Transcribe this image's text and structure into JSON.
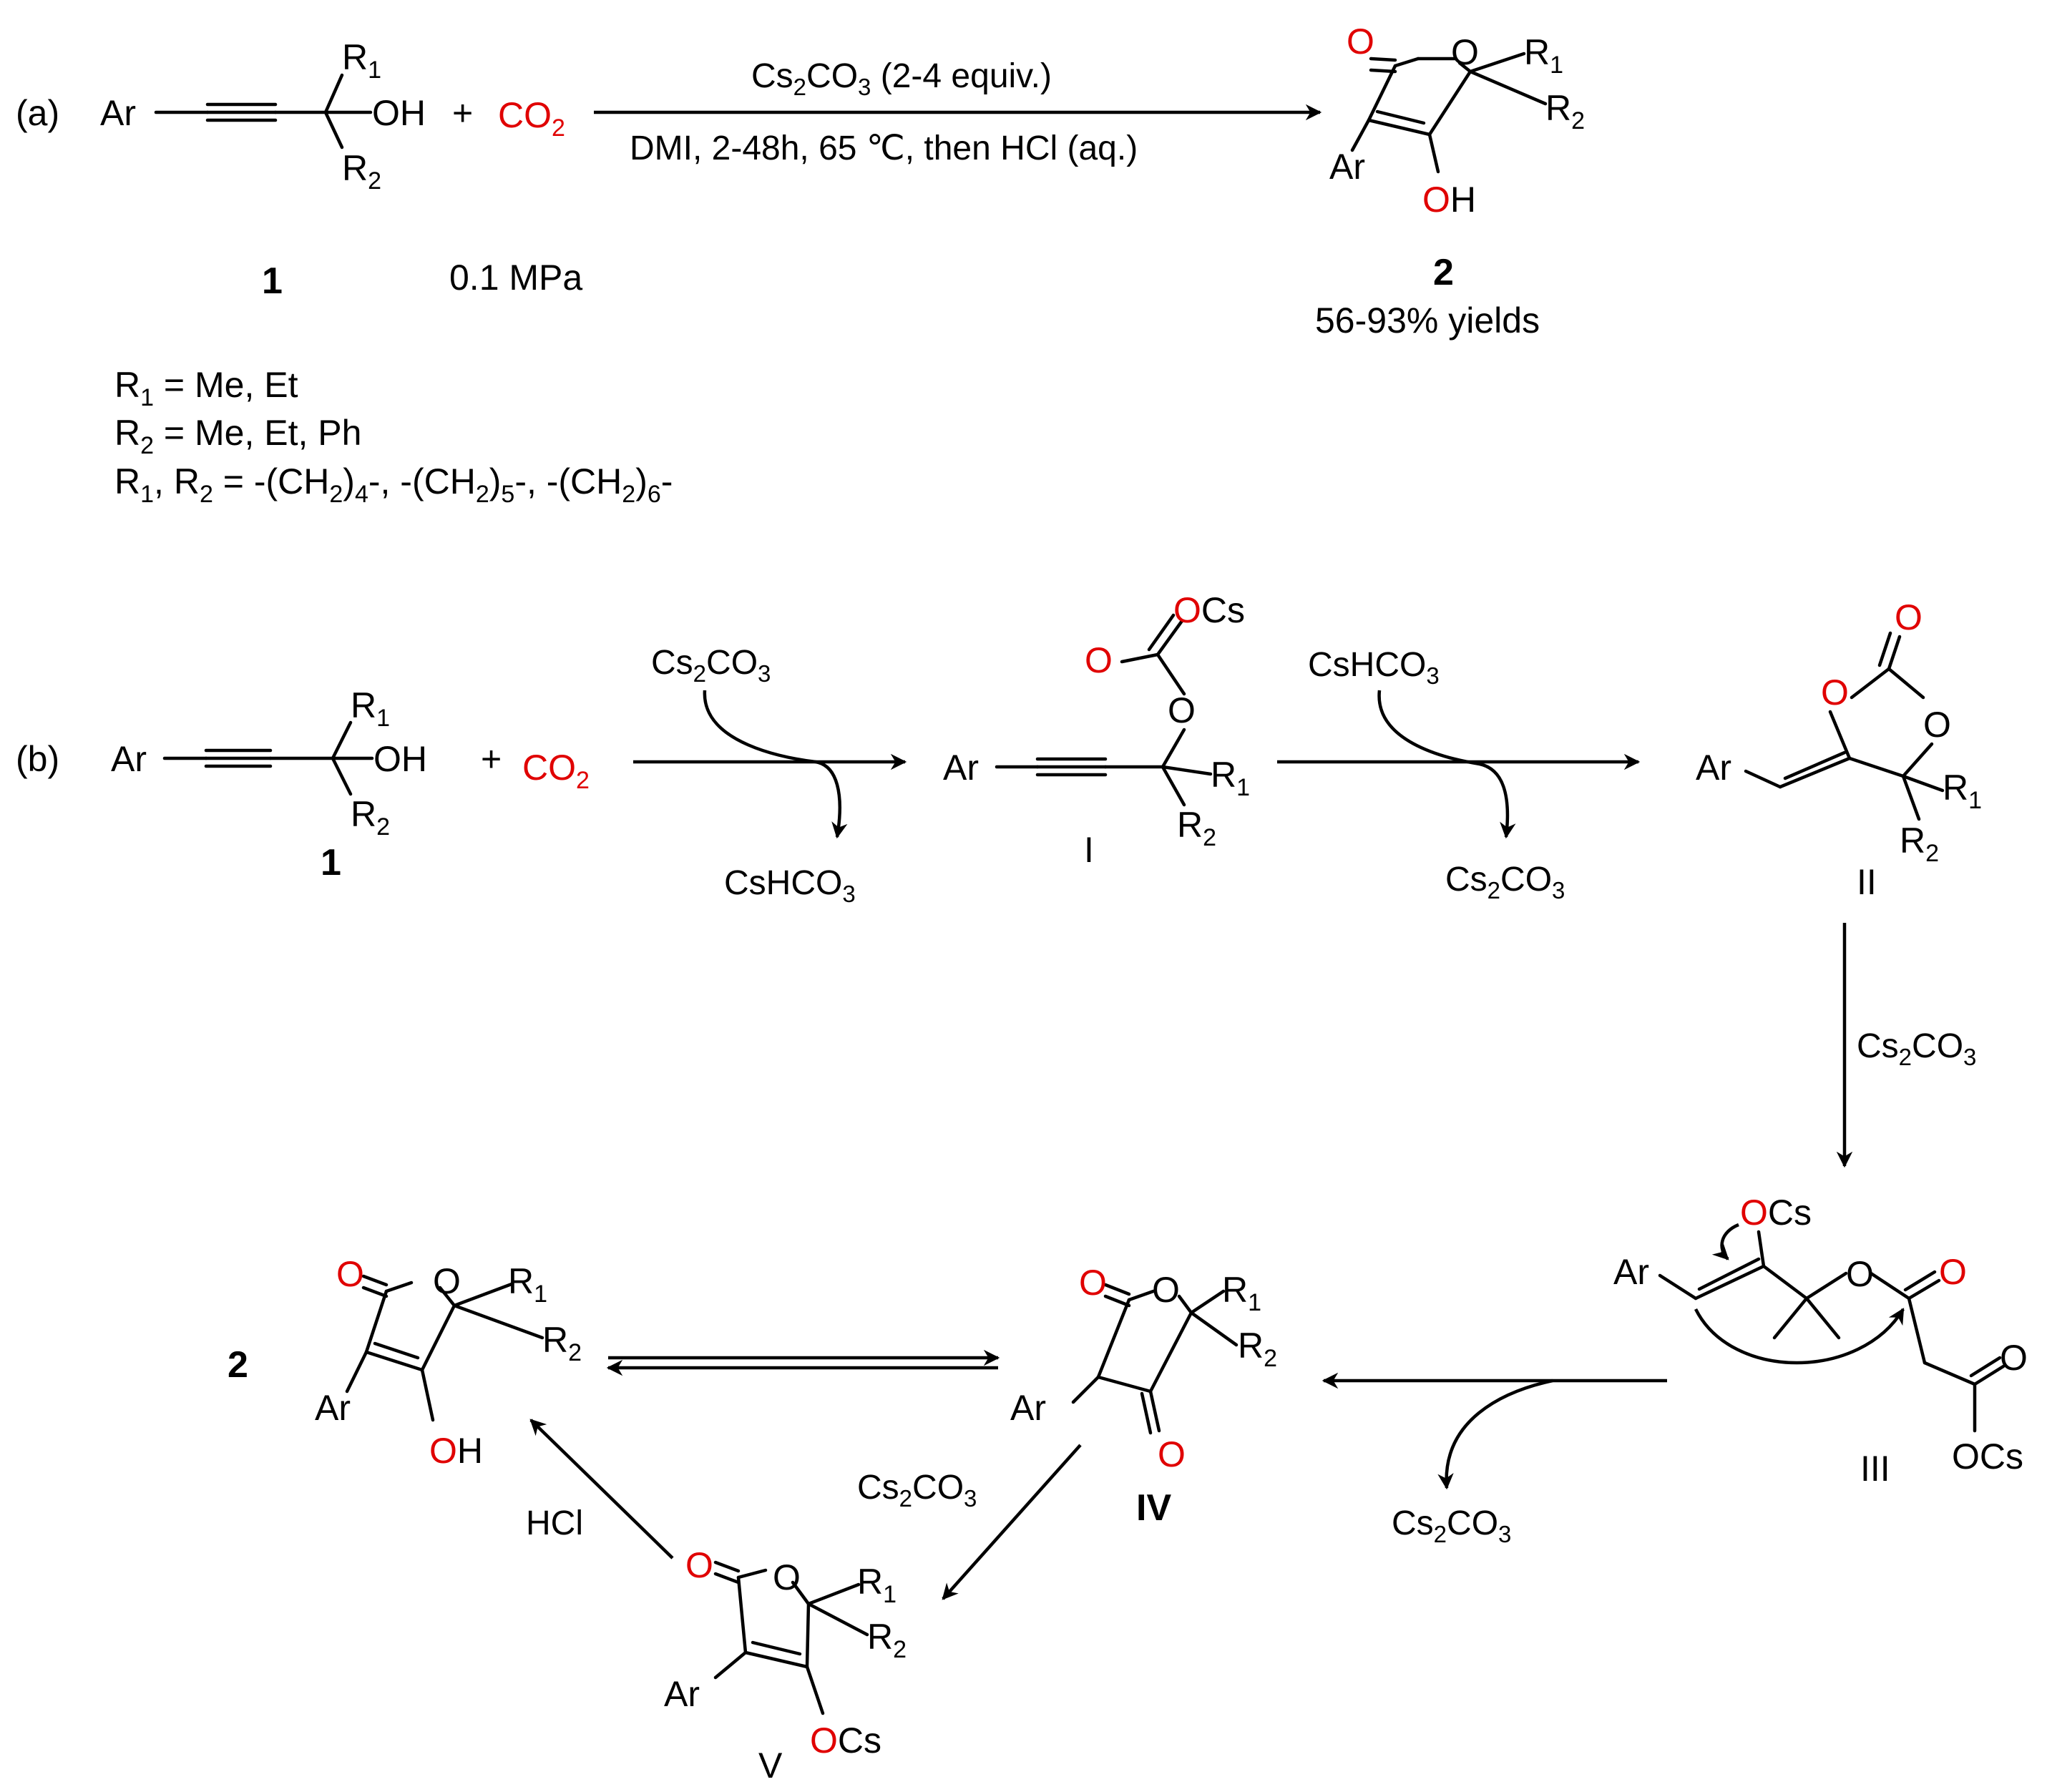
{
  "colors": {
    "heteroatom": "#e00000",
    "ink": "#000000",
    "background": "#ffffff"
  },
  "panel_a": {
    "label": "(a)",
    "reactant": {
      "aryl": "Ar",
      "hydroxyl": "OH",
      "r1": "R",
      "r1_sub": "1",
      "r2": "R",
      "r2_sub": "2"
    },
    "plus": "+",
    "co2": {
      "text": "CO",
      "sub": "2"
    },
    "conditions_top": {
      "a": "Cs",
      "b": "2",
      "c": "CO",
      "d": "3",
      "e": " (2-4 equiv.)"
    },
    "conditions_bottom": "DMI, 2-48h, 65 ℃, then HCl (aq.)",
    "product": {
      "carbonyl_o": "O",
      "ring_o": "O",
      "aryl": "Ar",
      "hydroxyl_o": "O",
      "hydroxyl_h": "H",
      "r1": "R",
      "r1_sub": "1",
      "r2": "R",
      "r2_sub": "2"
    },
    "compound_1": "1",
    "pressure": "0.1 MPa",
    "compound_2": "2",
    "yield": "56-93% yields",
    "substituents": {
      "line1": {
        "r": "R",
        "sub": "1",
        "rest": " = Me, Et"
      },
      "line2": {
        "r": "R",
        "sub": "2",
        "rest": " = Me, Et, Ph"
      },
      "line3": {
        "r1": "R",
        "s1": "1",
        "mid": ", R",
        "s2": "2",
        "p1": " = -(CH",
        "n1": "2",
        "q1": ")",
        "m1": "4",
        "p2": "-, -(CH",
        "n2": "2",
        "q2": ")",
        "m2": "5",
        "p3": "-, -(CH",
        "n3": "2",
        "q3": ")",
        "m3": "6",
        "end": "-"
      }
    }
  },
  "panel_b": {
    "label": "(b)",
    "reactant": {
      "aryl": "Ar",
      "hydroxyl": "OH",
      "r1": "R",
      "r1_sub": "1",
      "r2": "R",
      "r2_sub": "2",
      "number": "1"
    },
    "plus": "+",
    "co2": {
      "text": "CO",
      "sub": "2"
    },
    "step1_reagent": {
      "a": "Cs",
      "b": "2",
      "c": "CO",
      "d": "3"
    },
    "step1_byproduct": {
      "a": "CsHCO",
      "b": "3"
    },
    "intermediate_I": {
      "aryl": "Ar",
      "o1": "O",
      "o2": "O",
      "ocs_o": "O",
      "ocs_cs": "Cs",
      "r1": "R",
      "r1_sub": "1",
      "r2": "R",
      "r2_sub": "2",
      "label": "I"
    },
    "step2_reagent": {
      "a": "CsHCO",
      "b": "3"
    },
    "step2_byproduct": {
      "a": "Cs",
      "b": "2",
      "c": "CO",
      "d": "3"
    },
    "intermediate_II": {
      "aryl": "Ar",
      "o_exo": "O",
      "o_ring1": "O",
      "o_ring2": "O",
      "r1": "R",
      "r1_sub": "1",
      "r2": "R",
      "r2_sub": "2",
      "label": "II"
    },
    "step3_reagent": {
      "a": "Cs",
      "b": "2",
      "c": "CO",
      "d": "3"
    },
    "intermediate_III": {
      "aryl": "Ar",
      "enolate_o": "O",
      "enolate_cs": "Cs",
      "ester_o": "O",
      "carbonyl_o": "O",
      "acid_o": "O",
      "ocs": "OCs",
      "label": "III"
    },
    "step4_byproduct": {
      "a": "Cs",
      "b": "2",
      "c": "CO",
      "d": "3"
    },
    "intermediate_IV": {
      "carbonyl_o": "O",
      "ring_o": "O",
      "ketone_o": "O",
      "aryl": "Ar",
      "r1": "R",
      "r1_sub": "1",
      "r2": "R",
      "r2_sub": "2",
      "label": "IV"
    },
    "step5_reagent": {
      "a": "Cs",
      "b": "2",
      "c": "CO",
      "d": "3"
    },
    "intermediate_V": {
      "carbonyl_o": "O",
      "ring_o": "O",
      "aryl": "Ar",
      "ocs_o": "O",
      "ocs_cs": "Cs",
      "r1": "R",
      "r1_sub": "1",
      "r2": "R",
      "r2_sub": "2",
      "label": "V"
    },
    "step6_reagent": "HCl",
    "product_2": {
      "carbonyl_o": "O",
      "ring_o": "O",
      "aryl": "Ar",
      "hydroxyl_o": "O",
      "hydroxyl_h": "H",
      "r1": "R",
      "r1_sub": "1",
      "r2": "R",
      "r2_sub": "2",
      "number": "2"
    }
  }
}
